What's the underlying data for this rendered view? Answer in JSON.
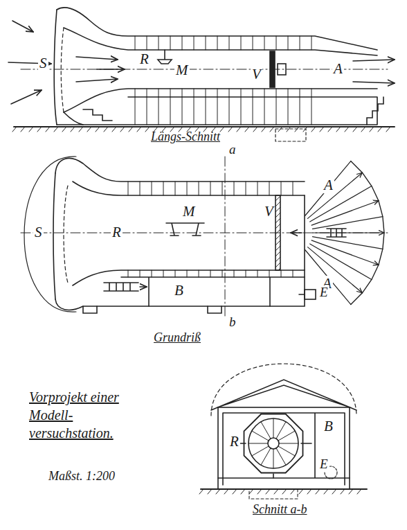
{
  "diagram": {
    "title": "Vorprojekt einer Modell- versuchstation.",
    "labels": [
      "S",
      "R",
      "M",
      "V",
      "A",
      "Längs-Schnitt",
      "a",
      "S",
      "R",
      "M",
      "V",
      "A",
      "A",
      "B",
      "E",
      "b",
      "Grundriß",
      "Maßst. 1:200",
      "R",
      "B",
      "E",
      "Schnitt a-b"
    ]
  }
}
